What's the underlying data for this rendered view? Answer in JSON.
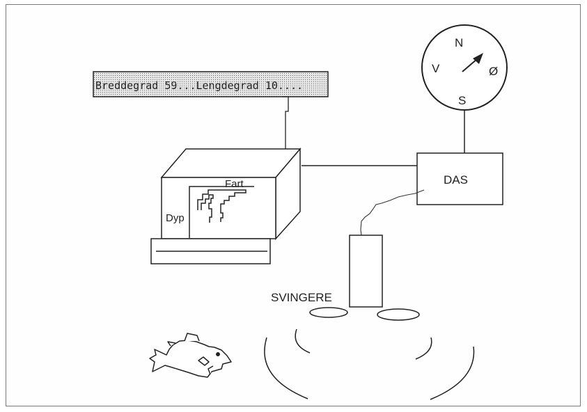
{
  "gps_display": {
    "text": "Breddegrad 59...Lengdegrad 10...."
  },
  "compass": {
    "north": "N",
    "south": "S",
    "west": "V",
    "east": "Ø"
  },
  "sounder_screen": {
    "speed_label": "Fart",
    "depth_label": "Dyp"
  },
  "das_box": {
    "label": "DAS"
  },
  "transducers": {
    "label": "SVINGERE"
  },
  "colors": {
    "line": "#222222",
    "gps_fill": "#cfcfcf",
    "frame": "#777777"
  }
}
